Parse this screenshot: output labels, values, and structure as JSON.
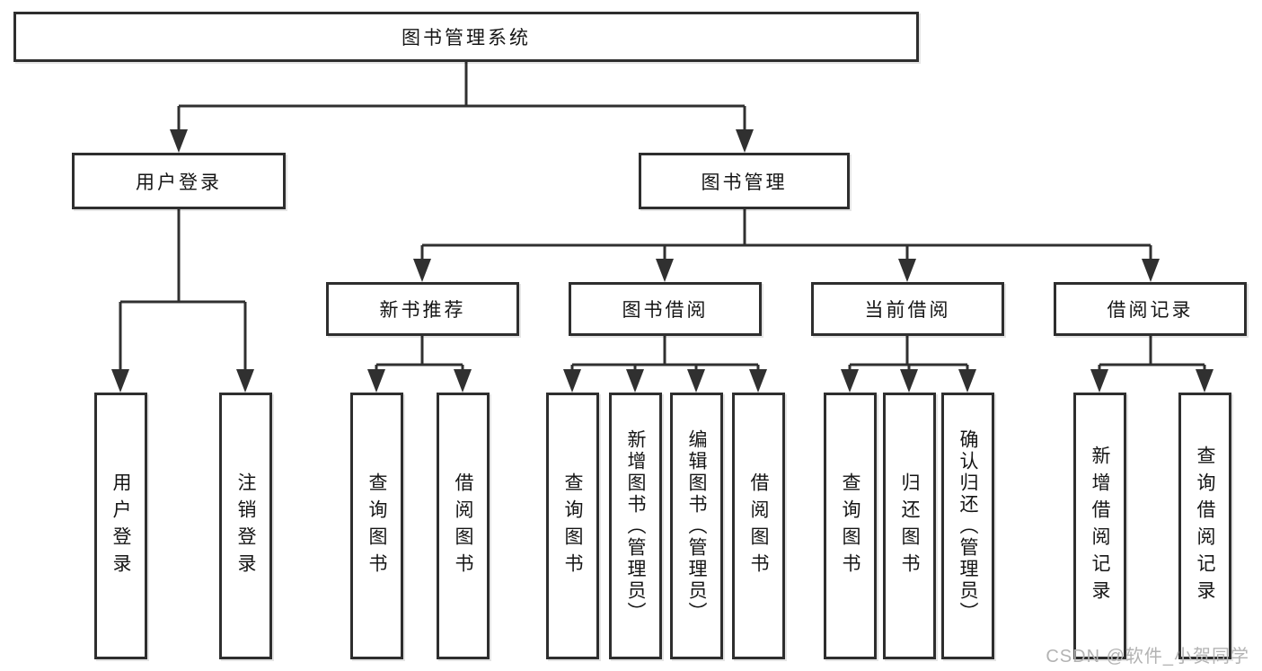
{
  "diagram": {
    "type": "tree",
    "nodes": {
      "root": "图书管理系统",
      "level2": [
        "用户登录",
        "图书管理"
      ],
      "level3": [
        "新书推荐",
        "图书借阅",
        "当前借阅",
        "借阅记录"
      ],
      "leaves": [
        "用户登录",
        "注销登录",
        "查询图书",
        "借阅图书",
        "查询图书",
        "新增图书（管理员）",
        "编辑图书（管理员）",
        "借阅图书",
        "查询图书",
        "归还图书",
        "确认归还（管理员）",
        "新增借阅记录",
        "查询借阅记录"
      ]
    },
    "hierarchy": {
      "图书管理系统": {
        "用户登录": [
          "用户登录",
          "注销登录"
        ],
        "图书管理": {
          "新书推荐": [
            "查询图书",
            "借阅图书"
          ],
          "图书借阅": [
            "查询图书",
            "新增图书（管理员）",
            "编辑图书（管理员）",
            "借阅图书"
          ],
          "当前借阅": [
            "查询图书",
            "归还图书",
            "确认归还（管理员）"
          ],
          "借阅记录": [
            "新增借阅记录",
            "查询借阅记录"
          ]
        }
      }
    }
  },
  "watermark": "CSDN @软件_小贺同学",
  "colors": {
    "line": "#303030",
    "box_border": "#2e2e2e",
    "text": "#151515",
    "watermark": "#b3b3b3",
    "background": "#ffffff"
  }
}
